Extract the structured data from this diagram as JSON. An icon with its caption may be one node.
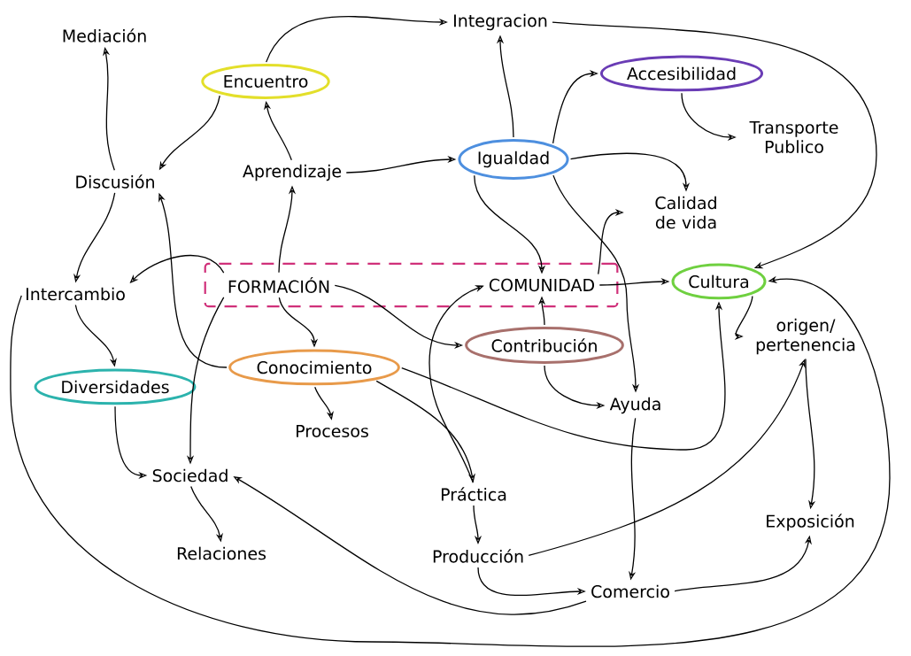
{
  "diagram": {
    "nodes": [
      {
        "text": [],
        "shape": "box"
      },
      {
        "text": [
          "Mediación"
        ]
      },
      {
        "text": [
          "Integracion"
        ]
      },
      {
        "text": [
          "Encuentro"
        ]
      },
      {
        "text": [
          "Accesibilidad"
        ]
      },
      {
        "text": [
          "Transporte Publico"
        ]
      },
      {
        "text": [
          "Discusión"
        ]
      },
      {
        "text": [
          "Aprendizaje"
        ]
      },
      {
        "text": [
          "Igualdad"
        ]
      },
      {
        "text": [
          "Calidad de vida"
        ]
      },
      {
        "text": [
          "Intercambio"
        ]
      },
      {
        "text": [
          "FORMACIÓN"
        ],
        "in": 0
      },
      {
        "text": [
          "COMUNIDAD"
        ],
        "in": 0
      },
      {
        "text": [
          "Cultura"
        ]
      },
      {
        "text": [
          "Contribución"
        ]
      },
      {
        "text": [
          "origen/ pertenencia"
        ]
      },
      {
        "text": [
          "Diversidades"
        ]
      },
      {
        "text": [
          "Conocimiento"
        ]
      },
      {
        "text": [
          "Ayuda"
        ]
      },
      {
        "text": [
          "Procesos"
        ]
      },
      {
        "text": [
          "Sociedad"
        ]
      },
      {
        "text": [
          "Práctica"
        ]
      },
      {
        "text": [
          "Producción"
        ]
      },
      {
        "text": [
          "Relaciones"
        ]
      },
      {
        "text": [
          "Exposición"
        ]
      },
      {
        "text": [
          "Comercio"
        ]
      }
    ],
    "edges": [
      {
        "from": 6,
        "to": 1,
        "arrow": "to"
      },
      {
        "from": 3,
        "to": 2,
        "arrow": "to"
      },
      {
        "from": 3,
        "to": 6,
        "arrow": "to"
      },
      {
        "from": 7,
        "to": 3,
        "arrow": "to"
      },
      {
        "from": 7,
        "to": 8,
        "arrow": "to"
      },
      {
        "from": 6,
        "to": 10,
        "arrow": "to"
      },
      {
        "from": 11,
        "to": 10,
        "arrow": "to"
      },
      {
        "from": 11,
        "to": 7,
        "arrow": "to"
      },
      {
        "from": 17,
        "to": 6,
        "arrow": "to"
      },
      {
        "from": 11,
        "to": 17,
        "arrow": "to"
      },
      {
        "from": 11,
        "to": 20,
        "arrow": "to"
      },
      {
        "from": 11,
        "to": 14,
        "arrow": "to"
      },
      {
        "from": 10,
        "to": 16,
        "arrow": "to"
      },
      {
        "from": 10,
        "to": 13,
        "arrow": "to"
      },
      {
        "from": 16,
        "to": 20,
        "arrow": "to"
      },
      {
        "from": 20,
        "to": 23,
        "arrow": "to"
      },
      {
        "from": 17,
        "to": 19,
        "arrow": "to"
      },
      {
        "from": 17,
        "to": 21,
        "arrow": "to"
      },
      {
        "from": 17,
        "to": 13,
        "arrow": "to"
      },
      {
        "from": 21,
        "to": 12,
        "arrow": "to"
      },
      {
        "from": 21,
        "to": 22,
        "arrow": "to"
      },
      {
        "from": 22,
        "to": 25,
        "arrow": "to"
      },
      {
        "from": 22,
        "to": 15,
        "arrow": "to"
      },
      {
        "from": 18,
        "to": 25,
        "arrow": "to"
      },
      {
        "from": 25,
        "to": 24,
        "arrow": "to"
      },
      {
        "from": 25,
        "to": 20,
        "arrow": "to"
      },
      {
        "from": 15,
        "to": 24,
        "arrow": "to"
      },
      {
        "from": 13,
        "to": 15,
        "arrow": "to"
      },
      {
        "from": 8,
        "to": 2,
        "arrow": "to"
      },
      {
        "from": 8,
        "to": 4,
        "arrow": "to"
      },
      {
        "from": 8,
        "to": 9,
        "arrow": "to"
      },
      {
        "from": 8,
        "to": 12,
        "arrow": "to"
      },
      {
        "from": 8,
        "to": 18,
        "arrow": "to"
      },
      {
        "from": 12,
        "to": 9,
        "arrow": "to"
      },
      {
        "from": 12,
        "to": 13,
        "arrow": "to"
      },
      {
        "from": 14,
        "to": 12,
        "arrow": "to"
      },
      {
        "from": 14,
        "to": 18,
        "arrow": "to"
      },
      {
        "from": 4,
        "to": 5,
        "arrow": "to"
      },
      {
        "from": 2,
        "to": 13,
        "arrow": "to"
      }
    ]
  }
}
